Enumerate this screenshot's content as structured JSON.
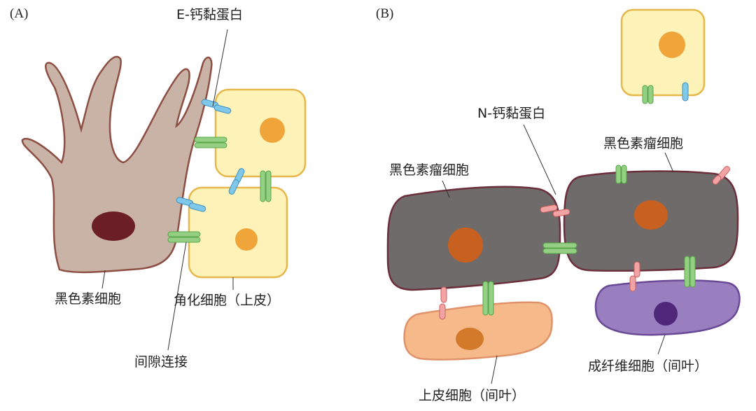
{
  "panels": [
    {
      "id": "A",
      "label": "(A)",
      "annotations": {
        "e_cadherin": "E-钙黏蛋白",
        "melanocyte": "黑色素细胞",
        "keratinocyte": "角化细胞（上皮）",
        "gap_junction": "间隙连接"
      }
    },
    {
      "id": "B",
      "label": "(B)",
      "annotations": {
        "n_cadherin": "N-钙黏蛋白",
        "melanoma_left": "黑色素瘤细胞",
        "melanoma_right": "黑色素瘤细胞",
        "epithelial": "上皮细胞（间叶）",
        "fibroblast": "成纤维细胞（间叶）"
      }
    }
  ],
  "colors": {
    "melanocyte_fill": "#c9b3a6",
    "melanocyte_outline": "#8d4f43",
    "melanocyte_nucleus": "#6b1e26",
    "keratinocyte_fill": "#fdf3b8",
    "keratinocyte_outline": "#e6b84c",
    "keratinocyte_nucleus": "#f0a53a",
    "melanoma_fill": "#6f6b6b",
    "melanoma_outline": "#6b2f3c",
    "melanoma_nucleus": "#c8611f",
    "epithelial_fill": "#f6b98a",
    "epithelial_outline": "#e0936a",
    "epithelial_nucleus": "#d27a2a",
    "fibroblast_fill": "#9a7fc0",
    "fibroblast_outline": "#6a4a96",
    "fibroblast_nucleus": "#4e2778",
    "e_cadherin": "#7fc8ea",
    "gap_junction": "#94cf84",
    "n_cadherin": "#f2a3a3"
  }
}
